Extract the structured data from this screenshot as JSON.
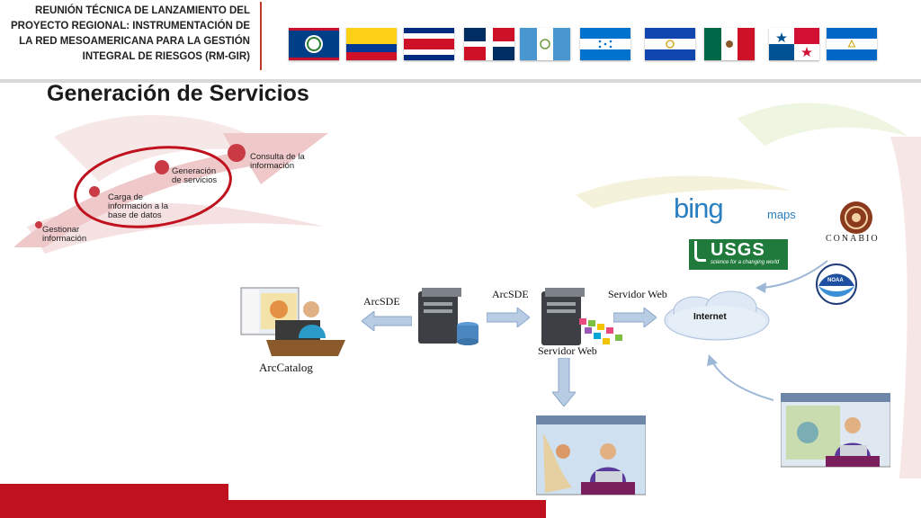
{
  "header": {
    "title": "REUNIÓN TÉCNICA DE LANZAMIENTO DEL PROYECTO REGIONAL: INSTRUMENTACIÓN DE LA RED MESOAMERICANA PARA LA GESTIÓN INTEGRAL DE RIESGOS (RM-GIR)",
    "flags": [
      "belize-flag-icon",
      "colombia-flag-icon",
      "costa-rica-flag-icon",
      "dominican-republic-flag-icon",
      "guatemala-flag-icon",
      "honduras-flag-icon",
      "el-salvador-flag-icon",
      "mexico-flag-icon",
      "panama-flag-icon",
      "nicaragua-flag-icon"
    ]
  },
  "page_title": "Generación de Servicios",
  "process": {
    "step1": "Gestionar información",
    "step2": "Carga de información a la base de datos",
    "step3": "Generación de servicios",
    "step4": "Consulta de la información",
    "highlight_color": "#c0111f"
  },
  "diagram": {
    "arccatalog": "ArcCatalog",
    "arcsde_left": "ArcSDE",
    "arcsde_right": "ArcSDE",
    "servidor_web_top": "Servidor Web",
    "servidor_web_bottom": "Servidor Web",
    "internet": "Internet"
  },
  "logos": {
    "bing": "bing",
    "bing_maps": "maps",
    "usgs": "USGS",
    "usgs_tagline": "science for a changing world",
    "conabio": "CONABIO",
    "noaa": "NOAA"
  },
  "colors": {
    "accent_red": "#c0111f",
    "arrow_blue": "#9db7d6"
  }
}
